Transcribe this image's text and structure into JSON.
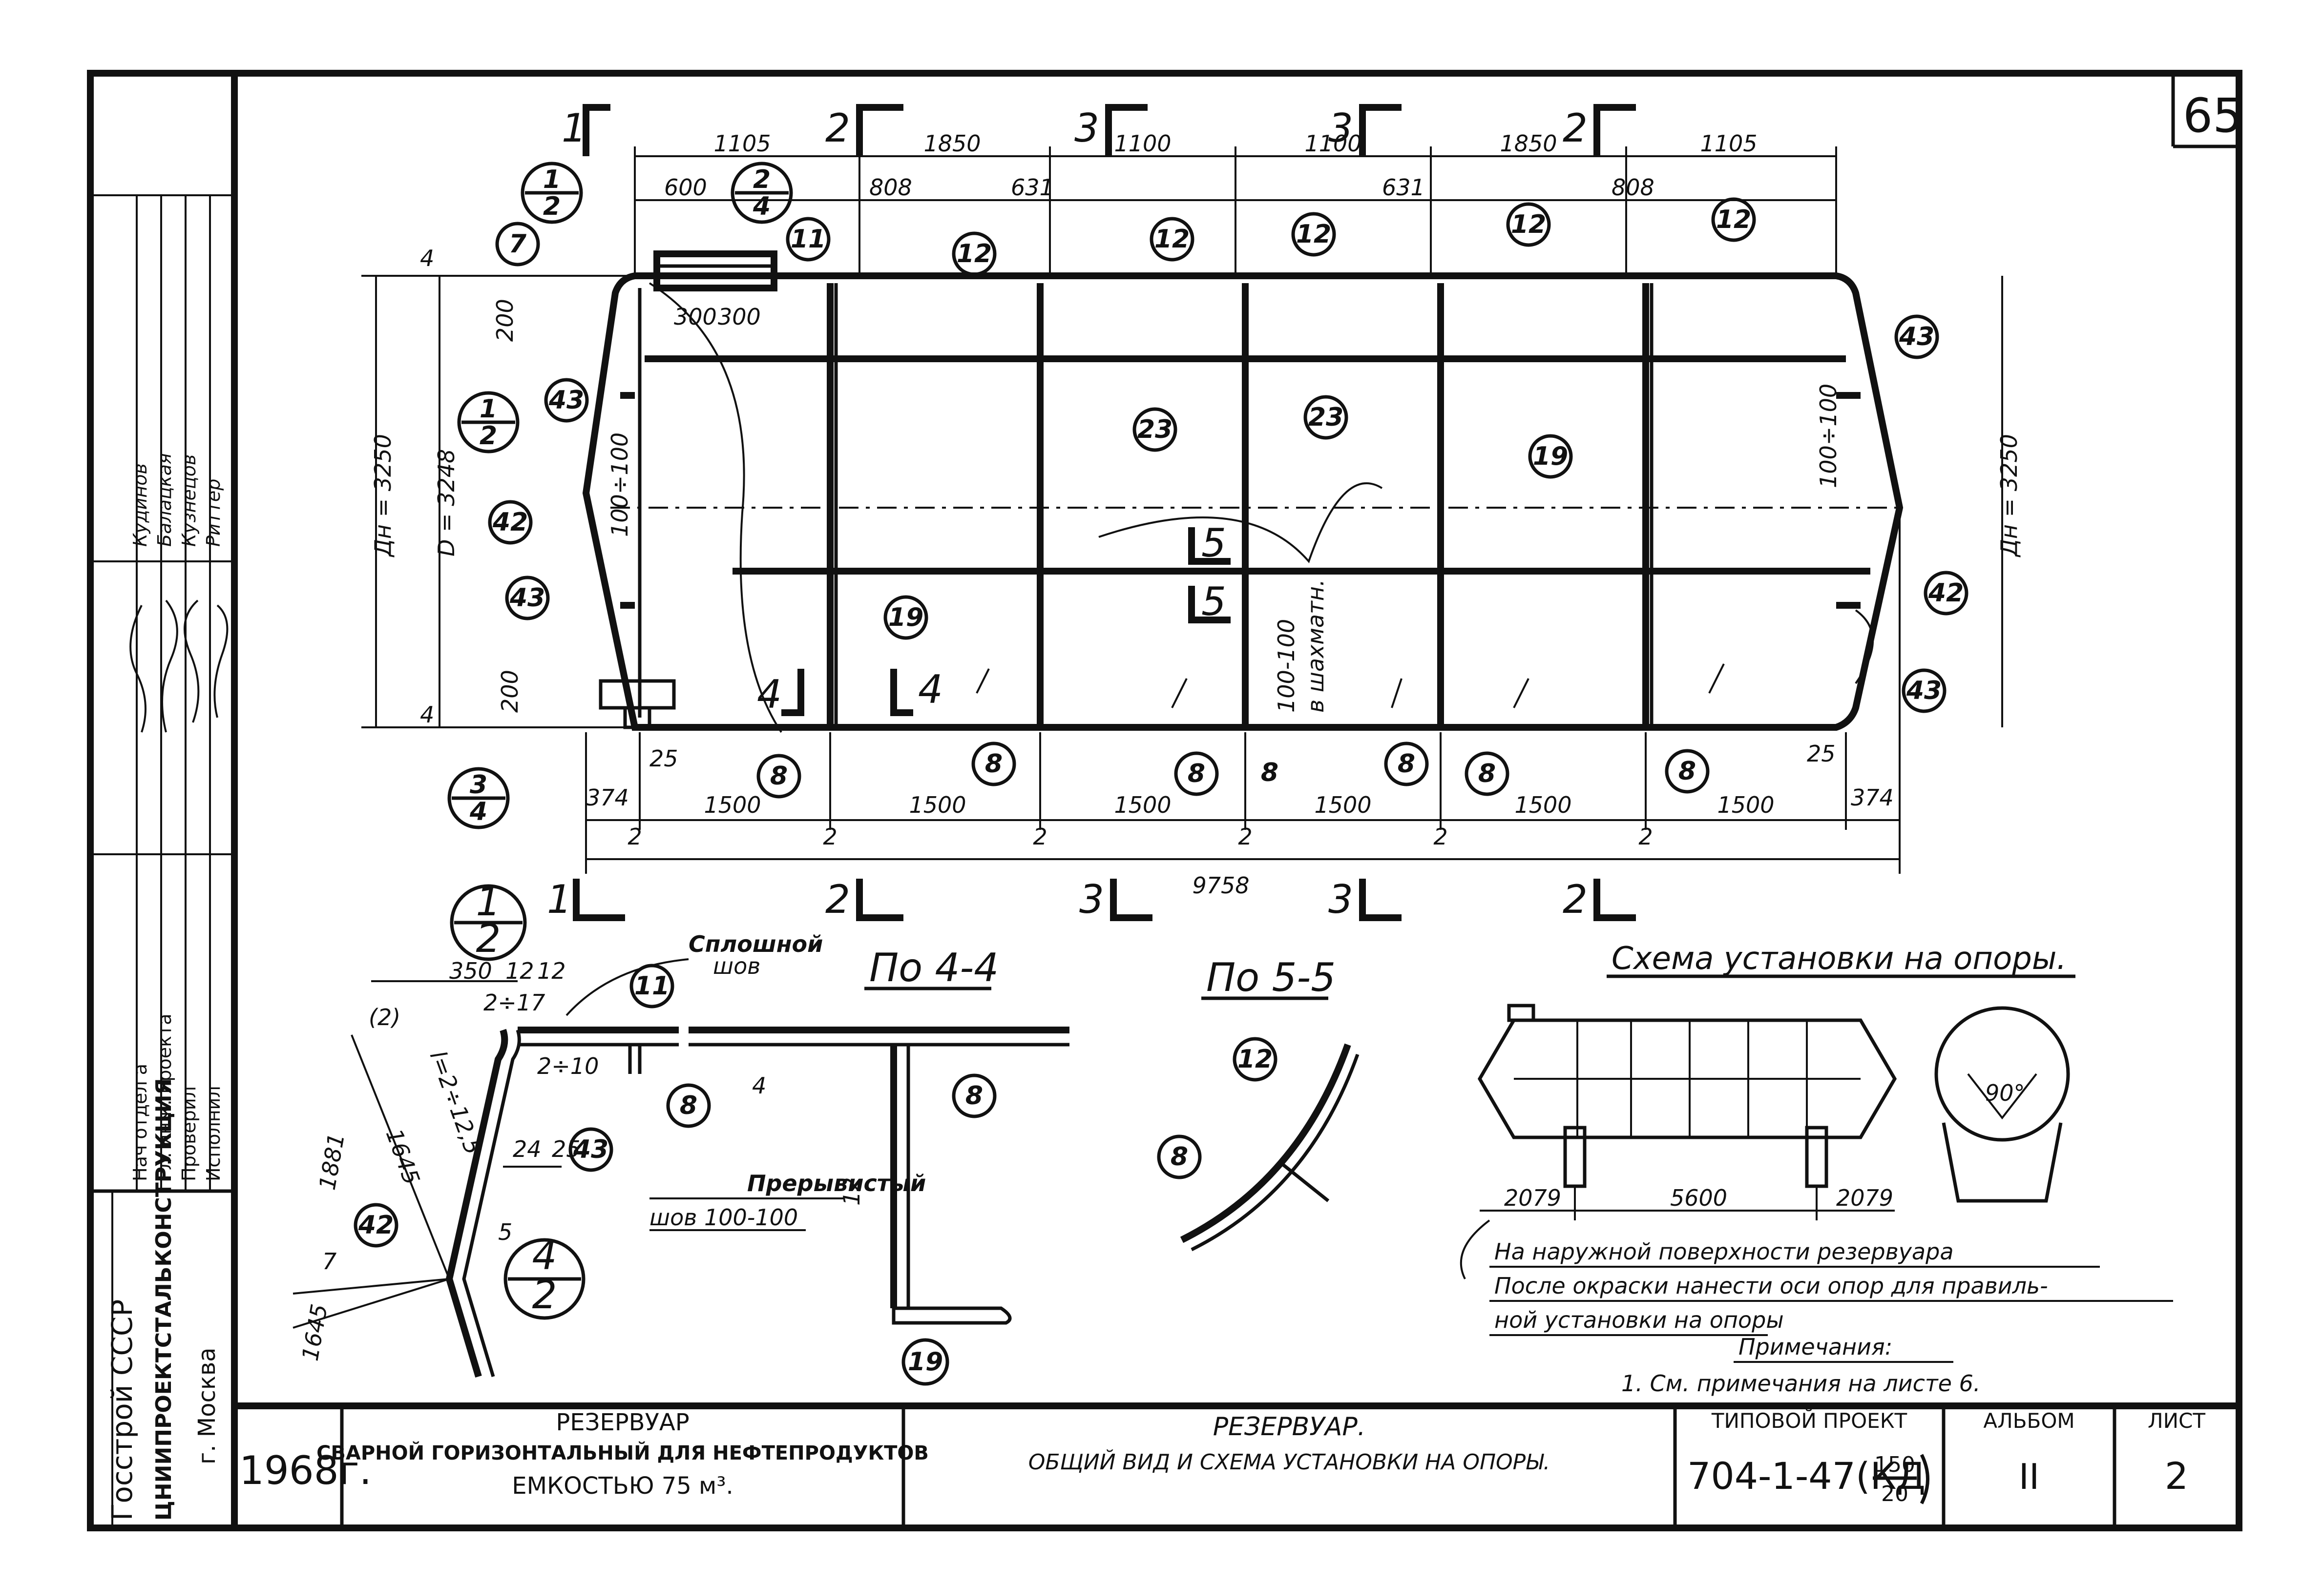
{
  "sheet": {
    "page_number": "65",
    "org_vertical": [
      "Госстрой СССР",
      "ЦНИИПРОЕКТСТАЛЬКОНСТРУКЦИЯ",
      "г. Москва"
    ],
    "signers_roles": [
      "Нач отдел а",
      "Гл. инж. проекта",
      "Проверил",
      "Исполнил"
    ],
    "signers_names": [
      "Кудинов",
      "Балацкая",
      "Кузнецов",
      "Риттер"
    ],
    "year": "1968г.",
    "object_title_1": "РЕЗЕРВУАР",
    "object_title_2": "СВАРНОЙ ГОРИЗОНТАЛЬНЫЙ ДЛЯ НЕФТЕПРОДУКТОВ",
    "object_title_3": "ЕМКОСТЬЮ 75 м³.",
    "drawing_title_1": "РЕЗЕРВУАР.",
    "drawing_title_2": "ОБЩИЙ ВИД И СХЕМА УСТАНОВКИ НА ОПОРЫ.",
    "project_label": "ТИПОВОЙ ПРОЕКТ",
    "project_code": "704-1-47(КД",
    "project_frac_top": "150",
    "project_frac_bot": "20",
    "album_label": "АЛЬБОМ",
    "album_value": "II",
    "sheet_label": "ЛИСТ",
    "sheet_value": "2"
  },
  "main_view": {
    "top_dims": [
      "1105",
      "1850",
      "1100",
      "1100",
      "1850",
      "1105"
    ],
    "top_subdims": [
      "600",
      "808",
      "631",
      "631",
      "808"
    ],
    "hatch_dims": [
      "300",
      "300"
    ],
    "bottom_dims": [
      "374",
      "1500",
      "1500",
      "1500",
      "1500",
      "1500",
      "1500",
      "374"
    ],
    "overall_length": "9758",
    "gap_25_left": "25",
    "gap_25_right": "25",
    "joint_marks": [
      "2",
      "2",
      "2",
      "2",
      "2",
      "2"
    ],
    "left_dia_outer": "Дн = 3250",
    "left_dia_inner": "D = 3248",
    "right_dia": "Дн = 3250",
    "left_spacing": "100÷100",
    "right_spacing": "100÷100",
    "center_weld": "100-100",
    "center_weld_note": "в шахматн.",
    "dim_200_top": "200",
    "dim_200_bottom": "200",
    "edge_4": "4",
    "section_cuts_top": [
      {
        "num": "1"
      },
      {
        "num": "2"
      },
      {
        "num": "3"
      },
      {
        "num": "3"
      },
      {
        "num": "2"
      }
    ],
    "section_cuts_bottom": [
      {
        "num": "1"
      },
      {
        "num": "2"
      },
      {
        "num": "3"
      },
      {
        "num": "3"
      },
      {
        "num": "2"
      }
    ],
    "cut_4": "4",
    "cut_5": "5",
    "bubbles": [
      "12",
      "12",
      "12",
      "12",
      "12",
      "11",
      "7",
      "43",
      "42",
      "43",
      "43",
      "42",
      "43",
      "23",
      "23",
      "19",
      "19",
      "8",
      "8",
      "8",
      "8",
      "8",
      "8",
      "8"
    ],
    "detail_tags": [
      {
        "top": "1",
        "bot": "2"
      },
      {
        "top": "2",
        "bot": "4"
      },
      {
        "top": "1",
        "bot": "2"
      },
      {
        "top": "3",
        "bot": "4"
      }
    ]
  },
  "detail_1_2": {
    "tag_top": "1",
    "tag_bot": "2",
    "tag2_top": "4",
    "tag2_bot": "2",
    "weld_note_1": "Сплошной",
    "weld_note_2": "шов",
    "dims": [
      "350",
      "12",
      "12",
      "24",
      "25",
      "1881",
      "1645",
      "1645",
      "2÷17",
      "2÷10",
      "7",
      "5"
    ],
    "slope_note": "l=2÷12,5",
    "bubbles": [
      "11",
      "43",
      "42"
    ],
    "label_12": "(2)"
  },
  "section_4_4": {
    "title": "По 4-4",
    "weld_1": "Прерывистый",
    "weld_2": "шов 100-100",
    "bubbles": [
      "8",
      "8",
      "19"
    ],
    "dim_4": "4",
    "dim_12": "12"
  },
  "section_5_5": {
    "title": "По 5-5",
    "bubbles": [
      "12",
      "8"
    ]
  },
  "scheme": {
    "title": "Схема установки на опоры.",
    "dims": [
      "2079",
      "5600",
      "2079"
    ],
    "angle": "90°",
    "note_1": "На наружной поверхности резервуара",
    "note_2": "После окраски нанести оси опор для правиль-",
    "note_3": "ной установки на опоры",
    "notes_header": "Примечания:",
    "notes_item": "1. См. примечания на листе 6."
  }
}
